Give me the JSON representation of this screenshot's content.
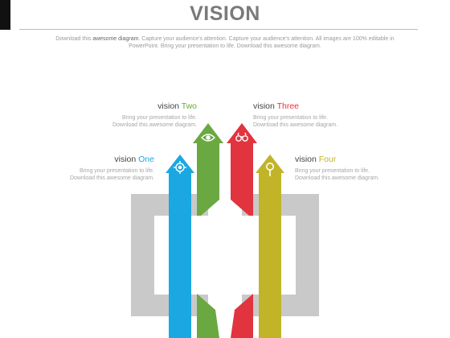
{
  "title": "VISION",
  "subtitle": {
    "prefix": "Download this ",
    "bold": "awesome diagram",
    "rest": ". Capture your audience's attention. Capture your audience's attention. All images are 100% editable in",
    "line2": "PowerPoint. Bring your presentation to life. Download this awesome diagram."
  },
  "colors": {
    "title": "#7a7a7a",
    "one": "#1ba8e2",
    "two": "#6aa842",
    "three": "#e2343f",
    "four": "#c1b429",
    "frame": "#c9c9c9"
  },
  "items": [
    {
      "word": "vision ",
      "num": "One",
      "desc1": "Bring your presentation to life.",
      "desc2": "Download this awesome diagram.",
      "icon": "target-icon"
    },
    {
      "word": "vision ",
      "num": "Two",
      "desc1": "Bring your presentation to life.",
      "desc2": "Download this awesome diagram.",
      "icon": "eye-icon"
    },
    {
      "word": "vision ",
      "num": "Three",
      "desc1": "Bring your presentation to life.",
      "desc2": "Download this awesome diagram.",
      "icon": "binoculars-icon"
    },
    {
      "word": "vision ",
      "num": "Four",
      "desc1": "Bring your presentation to life.",
      "desc2": "Download this awesome diagram.",
      "icon": "magnifier-icon"
    }
  ]
}
